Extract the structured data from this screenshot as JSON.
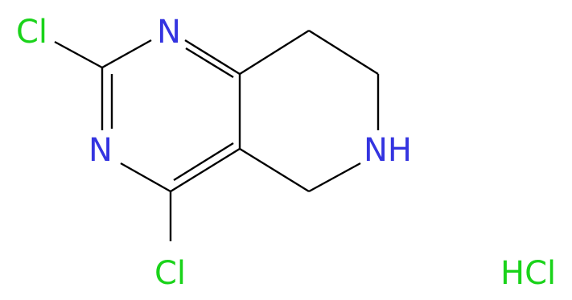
{
  "colors": {
    "background": "#ffffff",
    "bond": "#000000",
    "nitrogen": "#3434e0",
    "chlorine": "#1ad31a"
  },
  "molecule": {
    "atoms": [
      {
        "id": "cl_top",
        "label": "Cl",
        "element": "chlorine"
      },
      {
        "id": "n_top",
        "label": "N",
        "element": "nitrogen"
      },
      {
        "id": "n_left",
        "label": "N",
        "element": "nitrogen"
      },
      {
        "id": "nh_ring",
        "label": "NH",
        "element": "nitrogen"
      },
      {
        "id": "cl_bottom",
        "label": "Cl",
        "element": "chlorine"
      }
    ],
    "salt": {
      "label": "HCl",
      "element": "chlorine"
    }
  }
}
